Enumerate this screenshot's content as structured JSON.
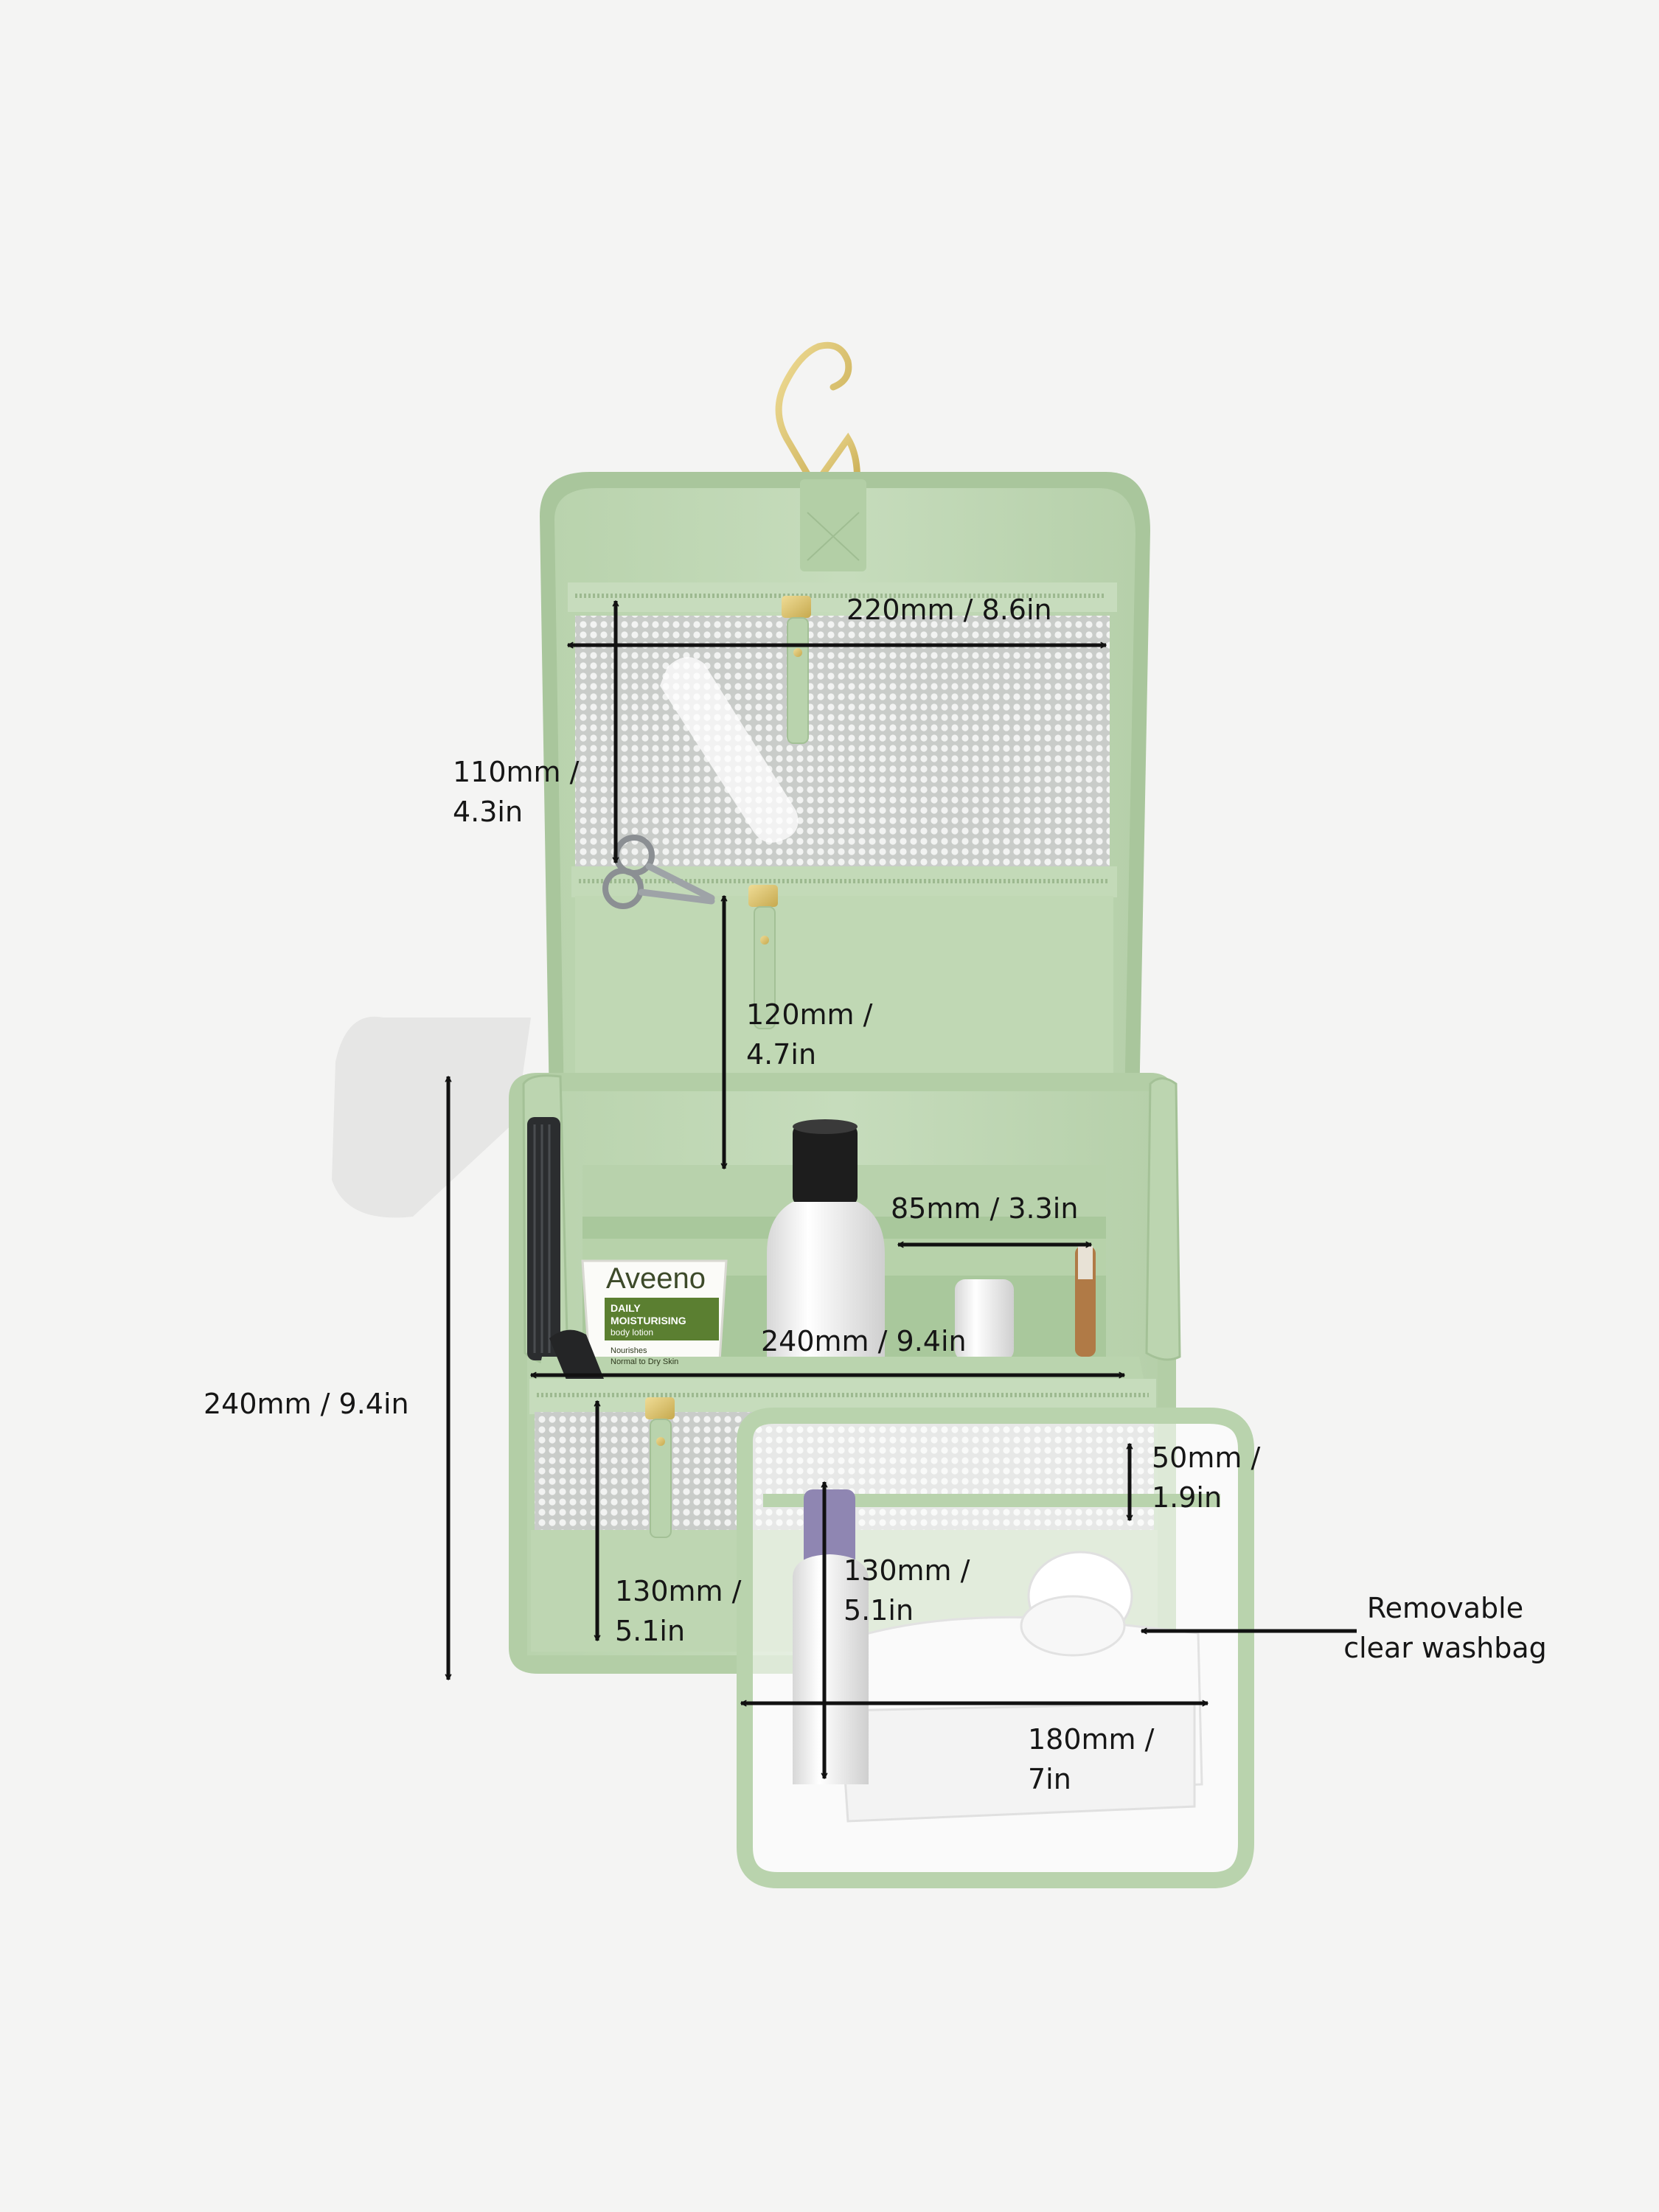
{
  "colors": {
    "background": "#f4f4f3",
    "sage_green": "#c2dab8",
    "sage_dark": "#a9c79c",
    "gold_hardware": "#d8c070",
    "dimension_line": "#111111"
  },
  "dimensions": {
    "flap_width": "220mm / 8.6in",
    "upper_pocket_height_line1": "110mm /",
    "upper_pocket_height_line2": "4.3in",
    "middle_pocket_height_line1": "120mm /",
    "middle_pocket_height_line2": "4.7in",
    "elastic_loop_width": "85mm / 3.3in",
    "body_width": "240mm / 9.4in",
    "total_height": "240mm / 9.4in",
    "front_pocket_height_line1": "130mm /",
    "front_pocket_height_line2": "5.1in",
    "washbag_depth_line1": "50mm /",
    "washbag_depth_line2": "1.9in",
    "washbag_height_line1": "130mm /",
    "washbag_height_line2": "5.1in",
    "washbag_width_line1": "180mm /",
    "washbag_width_line2": "7in"
  },
  "callout": {
    "line1": "Removable",
    "line2": "clear washbag"
  },
  "product_labels": {
    "lotion_brand": "Aveeno",
    "lotion_line1": "DAILY",
    "lotion_line2": "MOISTURISING",
    "lotion_line3": "body lotion",
    "lotion_line4": "Nourishes",
    "lotion_line5": "Normal to Dry Skin"
  },
  "icons": [
    "hanger-hook-icon",
    "scissors-icon",
    "comb-icon",
    "toothbrush-icon",
    "zipper-pull-icon",
    "arrow-icon"
  ]
}
